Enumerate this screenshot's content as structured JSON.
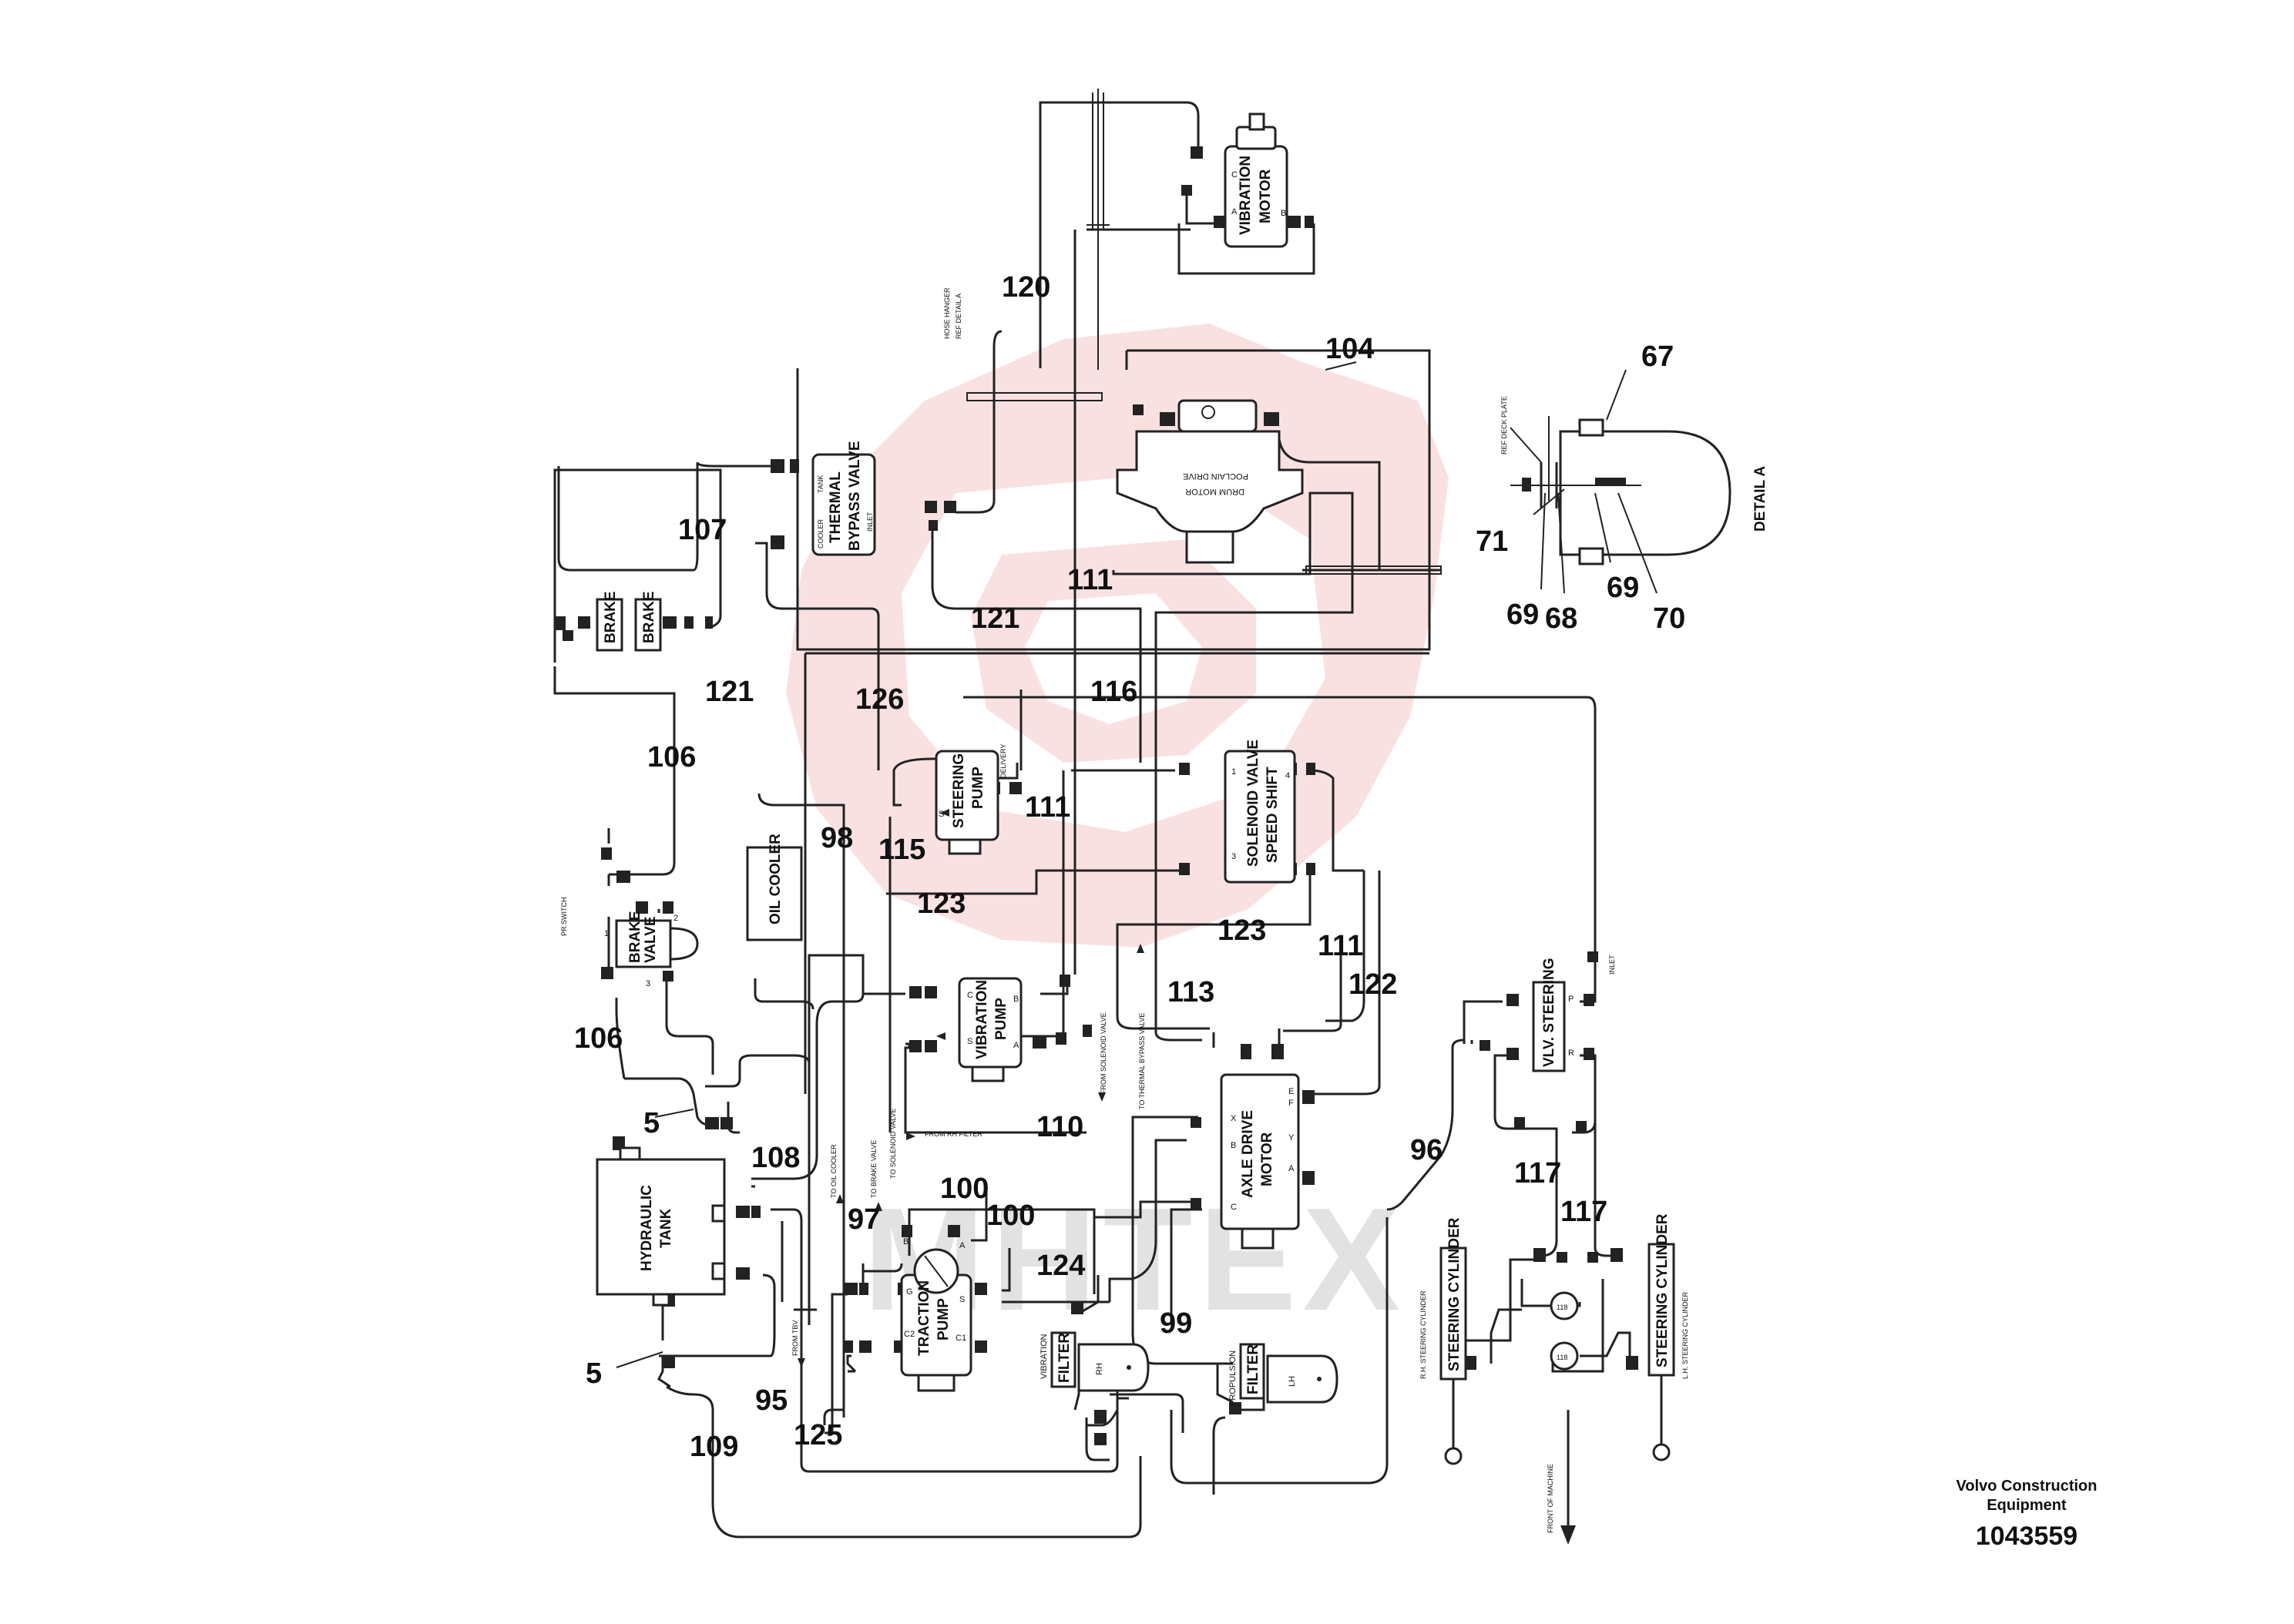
{
  "callouts": {
    "c120": "120",
    "c104": "104",
    "c67": "67",
    "c107": "107",
    "c71": "71",
    "c69a": "69",
    "c68": "68",
    "c69b": "69",
    "c70": "70",
    "c121a": "121",
    "c111a": "111",
    "c126": "126",
    "c116": "116",
    "c121b": "121",
    "c106a": "106",
    "c98": "98",
    "c111b": "111",
    "c115": "115",
    "c123a": "123",
    "c123b": "123",
    "c111c": "111",
    "c113": "113",
    "c122": "122",
    "c106b": "106",
    "c5a": "5",
    "c108": "108",
    "c110": "110",
    "c96": "96",
    "c117a": "117",
    "c117b": "117",
    "c100a": "100",
    "c97": "97",
    "c100b": "100",
    "c124": "124",
    "c99": "99",
    "c5b": "5",
    "c95": "95",
    "c125": "125",
    "c109": "109"
  },
  "components": {
    "vibration_motor": [
      "VIBRATION",
      "MOTOR"
    ],
    "thermal_bypass_valve": [
      "THERMAL",
      "BYPASS VALVE"
    ],
    "drum_motor": [
      "POCLAIN DRIVE",
      "DRUM MOTOR"
    ],
    "brake": "BRAKE",
    "oil_cooler": "OIL COOLER",
    "steering_pump": [
      "STEERING",
      "PUMP"
    ],
    "solenoid_valve": [
      "SOLENOID VALVE",
      "SPEED SHIFT"
    ],
    "brake_valve": [
      "BRAKE",
      "VALVE"
    ],
    "vibration_pump": [
      "VIBRATION",
      "PUMP"
    ],
    "axle_drive_motor": [
      "AXLE DRIVE",
      "MOTOR"
    ],
    "vlv_steering": "VLV. STEERING",
    "hydraulic_tank": [
      "HYDRAULIC",
      "TANK"
    ],
    "traction_pump": [
      "TRACTION",
      "PUMP"
    ],
    "vibration_filter": [
      "VIBRATION",
      "FILTER"
    ],
    "propulsion_filter": [
      "PROPULSION",
      "FILTER"
    ],
    "rh_filter": "RH",
    "lh_filter": "LH",
    "steering_cylinder_rh": "STEERING CYLINDER",
    "steering_cylinder_lh": "STEERING CYLINDER",
    "orifice_118": "118"
  },
  "labels": {
    "hose_hanger": [
      "HOSE HANGER",
      "REF DETAIL A"
    ],
    "ref_deck_plate": "REF DECK PLATE",
    "detail_a": "DETAIL A",
    "pr_switch": "PR.SWITCH",
    "delivery": "DELIVERY",
    "inlet_tbv": "INLET",
    "inlet_sv": "INLET",
    "cooler": "COOLER",
    "tank": "TANK",
    "to_oil_cooler": "TO OIL COOLER",
    "to_brake_valve": "TO BRAKE VALVE",
    "to_solenoid_valve": "TO SOLENOID VALVE",
    "from_rh_filter": "FROM RH FILTER",
    "from_solenoid_valve": "FROM SOLENOID VALVE",
    "to_thermal_bypass": "TO THERMAL BYPASS VALVE",
    "from_tbv": "FROM TBV",
    "rh_steering_cylinder": "R.H. STEERING CYLINDER",
    "lh_steering_cylinder": "L.H. STEERING CYLINDER",
    "front_of_machine": "FRONT OF MACHINE"
  },
  "ports": {
    "vm_a": "A",
    "vm_b": "B",
    "vm_c": "C",
    "bv_1": "1",
    "bv_2": "2",
    "bv_3": "3",
    "sv_1": "1",
    "sv_3": "3",
    "sv_4": "4",
    "vp_a": "A",
    "vp_b": "B",
    "vp_c": "C",
    "vp_s": "S",
    "sp_s": "S",
    "am_x": "X",
    "am_e": "E",
    "am_f": "F",
    "am_b": "B",
    "am_a": "A",
    "am_y": "Y",
    "am_c": "C",
    "tp_b": "B",
    "tp_a": "A",
    "tp_g": "G",
    "tp_c2": "C2",
    "tp_c1": "C1",
    "tp_s": "S",
    "vs_p": "P",
    "vs_r": "R"
  },
  "footer": {
    "company_line1": "Volvo Construction",
    "company_line2": "Equipment",
    "part_number": "1043559"
  },
  "watermark": "MHTEX",
  "colors": {
    "watermark_red": "#f6c9c9",
    "ink": "#222222"
  }
}
